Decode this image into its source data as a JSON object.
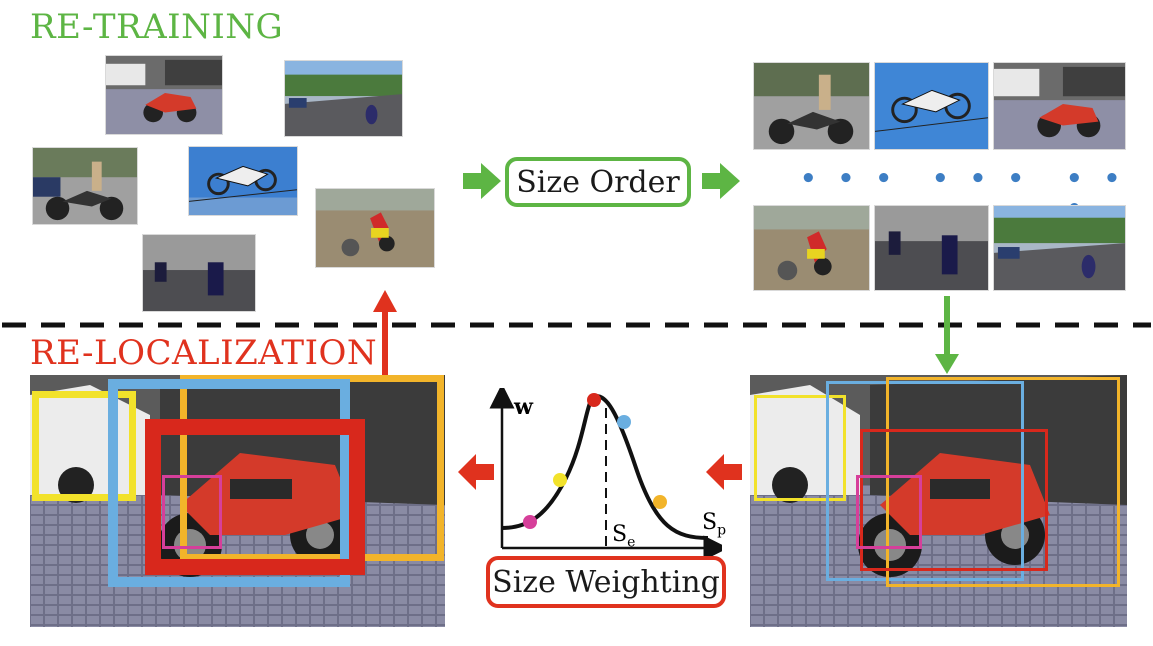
{
  "retraining": {
    "label": "RE-TRAINING",
    "color": "#5db544"
  },
  "relocalization": {
    "label": "RE-LOCALIZATION",
    "color": "#e0321e"
  },
  "size_order": {
    "label": "Size Order"
  },
  "size_weighting": {
    "label": "Size Weighting"
  },
  "ellipsis": "• • •",
  "curve": {
    "w_label": "w",
    "se_label": "S",
    "se_sub": "e",
    "sp_label": "S",
    "sp_sub": "p"
  },
  "colors": {
    "yellow": "#f2e22b",
    "blue": "#6aaee0",
    "orange": "#f2b42a",
    "red": "#d8281c",
    "magenta": "#d63f9a",
    "green": "#5db544"
  }
}
